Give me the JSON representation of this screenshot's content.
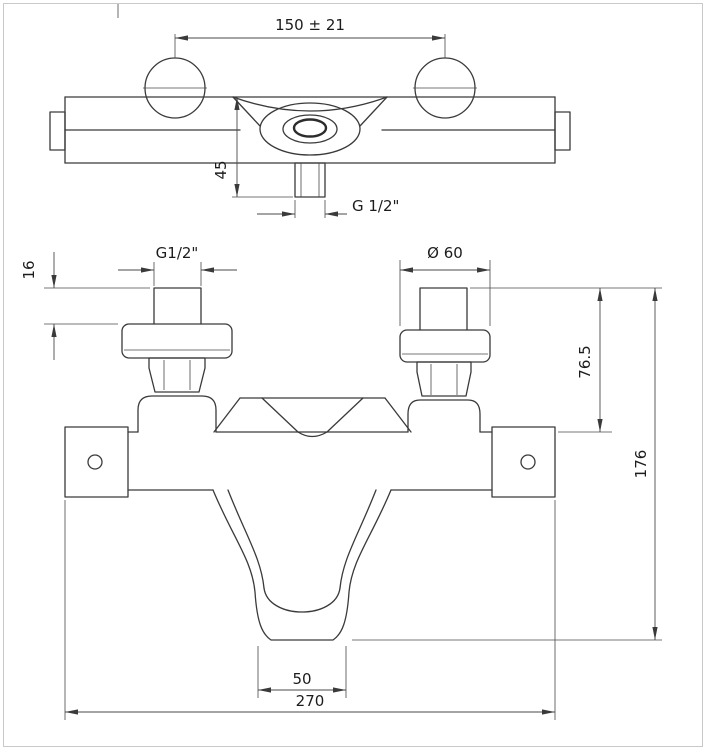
{
  "drawing": {
    "kind": "technical-dimension-drawing",
    "subject": "wall-mounted thermostatic bath/shower mixer, two projection views",
    "views": {
      "top": {
        "dims": {
          "center_distance": "150 ±  21",
          "outlet_drop": "45",
          "outlet_thread": "G  1/2\""
        }
      },
      "front": {
        "dims": {
          "inlet_thread": "G1/2\"",
          "escutcheon_diameter": "Ø 60",
          "cap_height": "16",
          "top_to_body": "76.5",
          "overall_height": "176",
          "spout_width": "50",
          "overall_width": "270"
        }
      }
    },
    "colors": {
      "line": "#3a3a3a",
      "dimension_line": "#4a4a4a",
      "text": "#1c1c1c",
      "background": "#ffffff",
      "frame": "#c9c9c9"
    }
  }
}
